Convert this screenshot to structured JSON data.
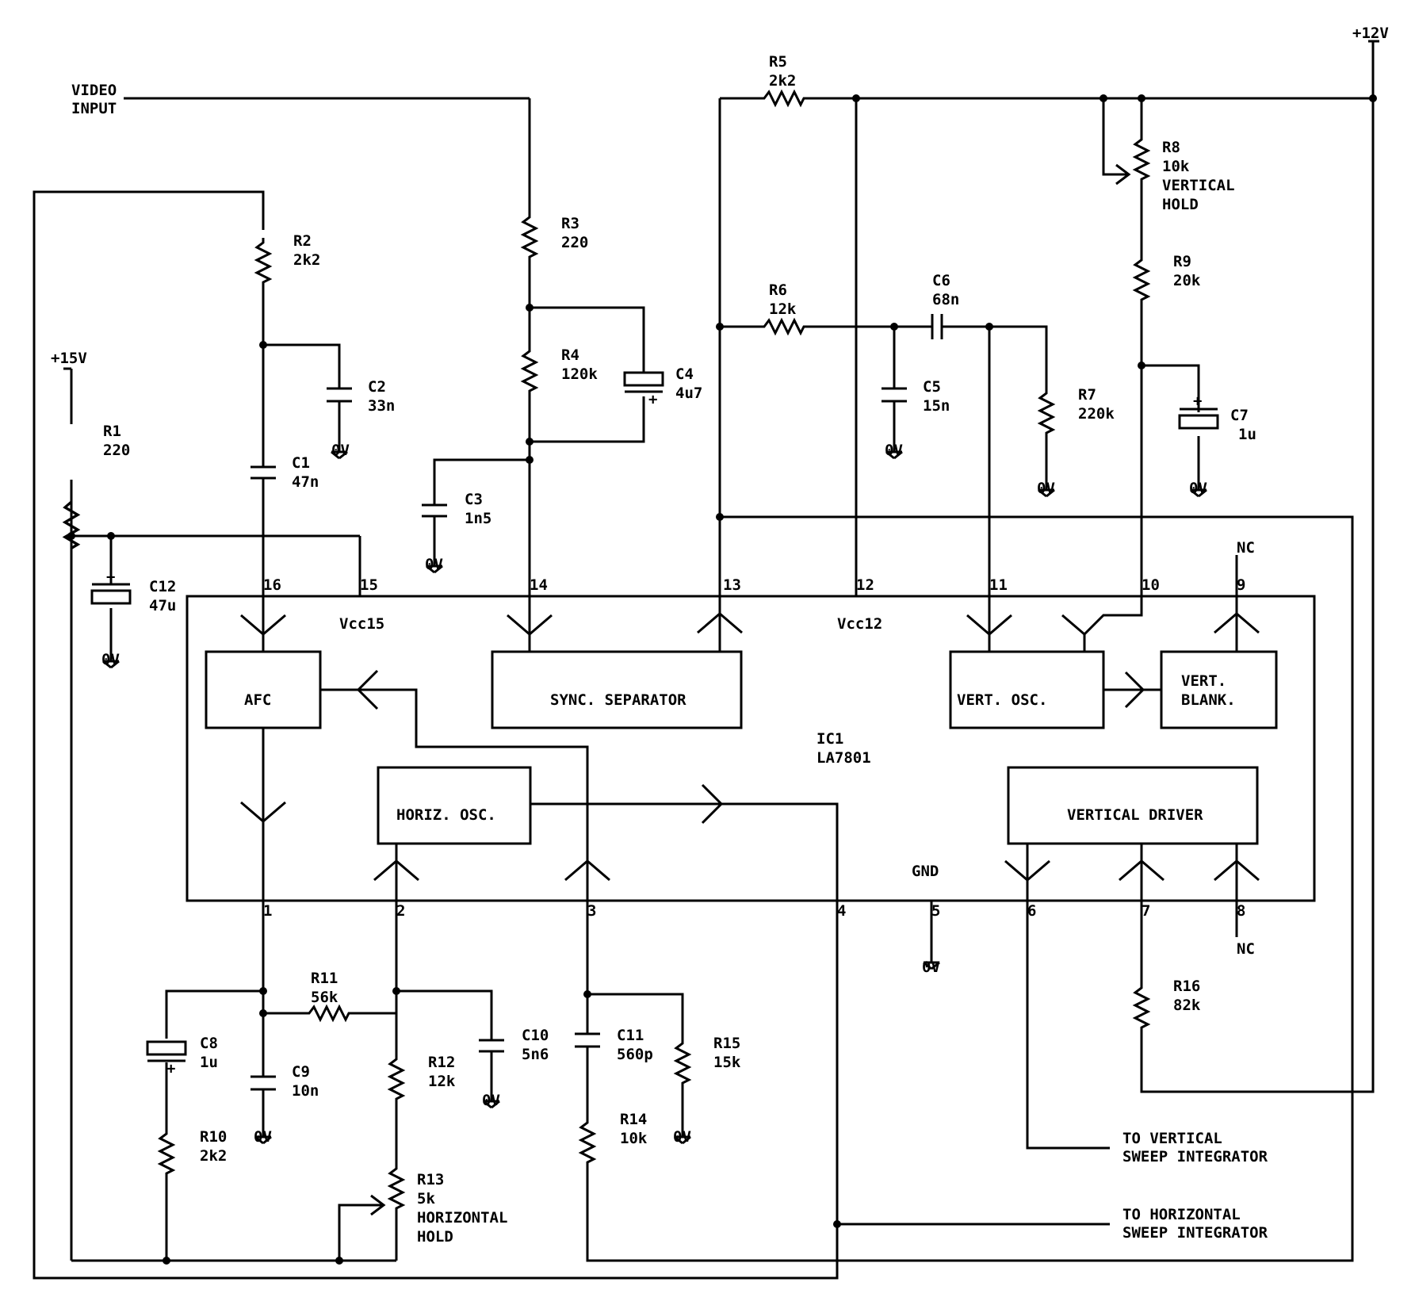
{
  "supplies": {
    "v12": "+12V",
    "v15": "+15V",
    "gnd": "0V"
  },
  "signals": {
    "video_input": [
      "VIDEO",
      "INPUT"
    ],
    "to_vertical": [
      "TO VERTICAL",
      "SWEEP INTEGRATOR"
    ],
    "to_horizontal": [
      "TO HORIZONTAL",
      "SWEEP INTEGRATOR"
    ],
    "nc": "NC"
  },
  "ic": {
    "ref": "IC1",
    "part": "LA7801",
    "vcc15": "Vcc15",
    "vcc12": "Vcc12",
    "gnd": "GND",
    "blocks": {
      "afc": "AFC",
      "sync": "SYNC. SEPARATOR",
      "vosc": [
        "VERT. OSC."
      ],
      "vblank": [
        "VERT.",
        "BLANK."
      ],
      "hosc": "HORIZ. OSC.",
      "vdrv": "VERTICAL DRIVER"
    },
    "pins": [
      "1",
      "2",
      "3",
      "4",
      "5",
      "6",
      "7",
      "8",
      "9",
      "10",
      "11",
      "12",
      "13",
      "14",
      "15",
      "16"
    ]
  },
  "components": {
    "R1": {
      "ref": "R1",
      "value": "220"
    },
    "R2": {
      "ref": "R2",
      "value": "2k2"
    },
    "R3": {
      "ref": "R3",
      "value": "220"
    },
    "R4": {
      "ref": "R4",
      "value": "120k"
    },
    "R5": {
      "ref": "R5",
      "value": "2k2"
    },
    "R6": {
      "ref": "R6",
      "value": "12k"
    },
    "R7": {
      "ref": "R7",
      "value": "220k"
    },
    "R8": {
      "ref": "R8",
      "value": "10k",
      "note": [
        "VERTICAL",
        "HOLD"
      ]
    },
    "R9": {
      "ref": "R9",
      "value": "20k"
    },
    "R10": {
      "ref": "R10",
      "value": "2k2"
    },
    "R11": {
      "ref": "R11",
      "value": "56k"
    },
    "R12": {
      "ref": "R12",
      "value": "12k"
    },
    "R13": {
      "ref": "R13",
      "value": "5k",
      "note": [
        "HORIZONTAL",
        "HOLD"
      ]
    },
    "R14": {
      "ref": "R14",
      "value": "10k"
    },
    "R15": {
      "ref": "R15",
      "value": "15k"
    },
    "R16": {
      "ref": "R16",
      "value": "82k"
    },
    "C1": {
      "ref": "C1",
      "value": "47n"
    },
    "C2": {
      "ref": "C2",
      "value": "33n"
    },
    "C3": {
      "ref": "C3",
      "value": "1n5"
    },
    "C4": {
      "ref": "C4",
      "value": "4u7"
    },
    "C5": {
      "ref": "C5",
      "value": "15n"
    },
    "C6": {
      "ref": "C6",
      "value": "68n"
    },
    "C7": {
      "ref": "C7",
      "value": "1u"
    },
    "C8": {
      "ref": "C8",
      "value": "1u"
    },
    "C9": {
      "ref": "C9",
      "value": "10n"
    },
    "C10": {
      "ref": "C10",
      "value": "5n6"
    },
    "C11": {
      "ref": "C11",
      "value": "560p"
    },
    "C12": {
      "ref": "C12",
      "value": "47u"
    }
  }
}
